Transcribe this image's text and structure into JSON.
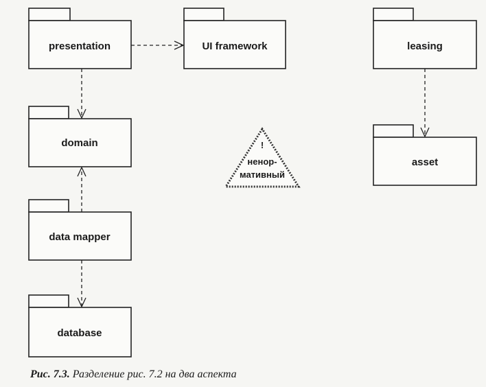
{
  "packages": {
    "presentation": "presentation",
    "ui_framework": "UI framework",
    "leasing": "leasing",
    "domain": "domain",
    "asset": "asset",
    "data_mapper": "data mapper",
    "database": "database"
  },
  "warning": {
    "mark": "!",
    "line1": "ненор-",
    "line2": "мативный"
  },
  "caption": {
    "number": "Рис. 7.3.",
    "text": "Разделение рис. 7.2 на два аспекта"
  },
  "dependencies": [
    {
      "from": "presentation",
      "to": "UI framework"
    },
    {
      "from": "presentation",
      "to": "domain"
    },
    {
      "from": "data mapper",
      "to": "domain"
    },
    {
      "from": "data mapper",
      "to": "database"
    },
    {
      "from": "leasing",
      "to": "asset"
    }
  ]
}
